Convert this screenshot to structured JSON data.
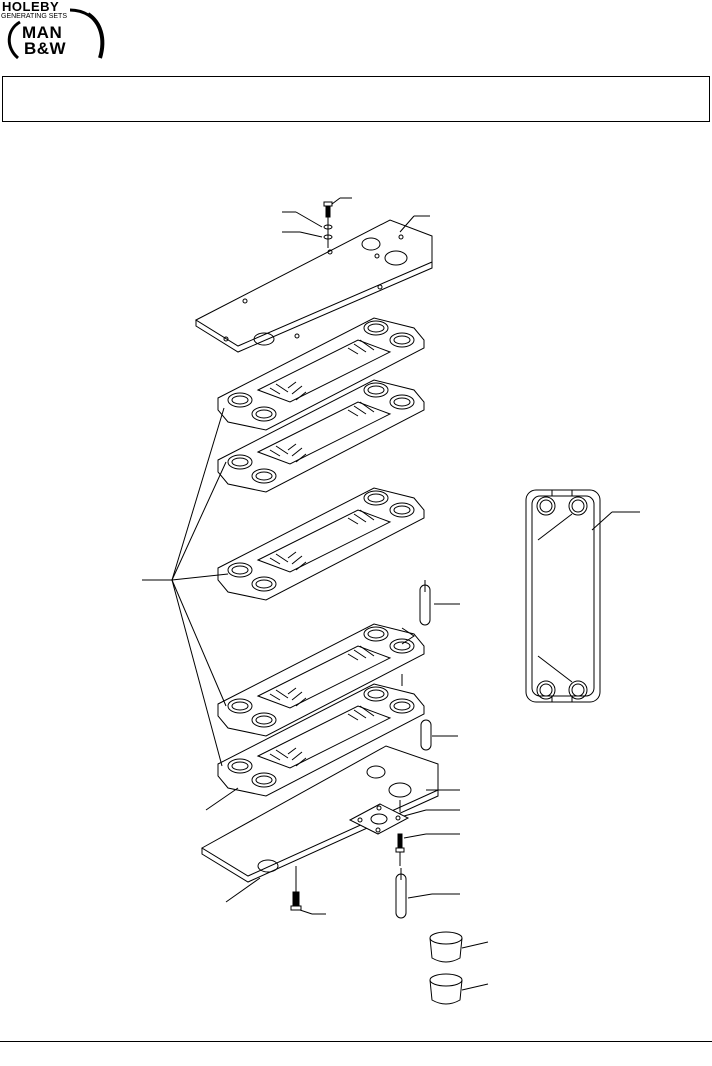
{
  "header": {
    "logo": {
      "brand_top": "HOLEBY",
      "brand_sub": "GENERATING SETS",
      "brand_line1": "MAN",
      "brand_line2": "B&W"
    }
  },
  "drawing": {
    "icon": "exploded-plate-heat-exchanger-drawing"
  }
}
